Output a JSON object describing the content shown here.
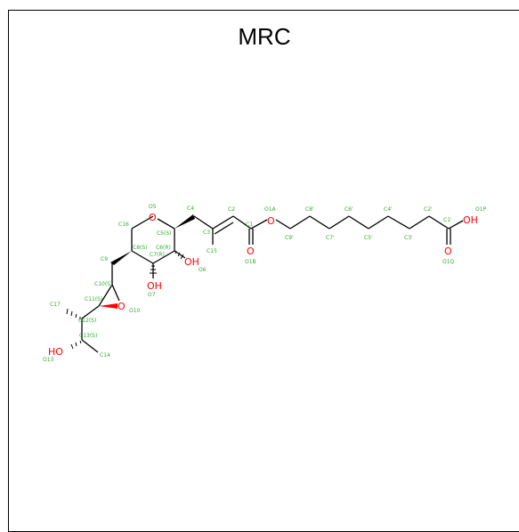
{
  "title": "MRC",
  "colors": {
    "bond": "#000000",
    "label": "#33aa33",
    "oxygen": "#ff0000"
  },
  "molecule": {
    "hetero_labels": [
      {
        "id": "O5",
        "text": "O"
      },
      {
        "id": "O1A",
        "text": "O"
      },
      {
        "id": "O1B",
        "text": "O"
      },
      {
        "id": "O1Q",
        "text": "O"
      },
      {
        "id": "O1P",
        "text": "OH"
      },
      {
        "id": "O6",
        "text": "OH"
      },
      {
        "id": "O7",
        "text": "OH"
      },
      {
        "id": "O10",
        "text": "O"
      },
      {
        "id": "O13",
        "text": "HO"
      }
    ],
    "atom_labels": [
      {
        "id": "O5",
        "text": "O5"
      },
      {
        "id": "C16",
        "text": "C16"
      },
      {
        "id": "C4",
        "text": "C4"
      },
      {
        "id": "C5",
        "text": "C5(S)"
      },
      {
        "id": "C8",
        "text": "C8(S)"
      },
      {
        "id": "C6",
        "text": "C6(R)"
      },
      {
        "id": "C7",
        "text": "C7(R)"
      },
      {
        "id": "C2",
        "text": "C2"
      },
      {
        "id": "C3",
        "text": "C3"
      },
      {
        "id": "C1",
        "text": "C1"
      },
      {
        "id": "C15",
        "text": "C15"
      },
      {
        "id": "O1A",
        "text": "O1A"
      },
      {
        "id": "O1B",
        "text": "O1B"
      },
      {
        "id": "C9p",
        "text": "C9'"
      },
      {
        "id": "C8p",
        "text": "C8'"
      },
      {
        "id": "C7p",
        "text": "C7'"
      },
      {
        "id": "C6p",
        "text": "C6'"
      },
      {
        "id": "C5p",
        "text": "C5'"
      },
      {
        "id": "C4p",
        "text": "C4'"
      },
      {
        "id": "C3p",
        "text": "C3'"
      },
      {
        "id": "C2p",
        "text": "C2'"
      },
      {
        "id": "C1p",
        "text": "C1'"
      },
      {
        "id": "O1P",
        "text": "O1P"
      },
      {
        "id": "O1Q",
        "text": "O1Q"
      },
      {
        "id": "O6",
        "text": "O6"
      },
      {
        "id": "O7",
        "text": "O7"
      },
      {
        "id": "C9",
        "text": "C9"
      },
      {
        "id": "C10",
        "text": "C10(S)"
      },
      {
        "id": "C11",
        "text": "C11(S)"
      },
      {
        "id": "O10",
        "text": "O10"
      },
      {
        "id": "C17",
        "text": "C17"
      },
      {
        "id": "C12",
        "text": "C12(S)"
      },
      {
        "id": "C13",
        "text": "C13(S)"
      },
      {
        "id": "O13",
        "text": "O13"
      },
      {
        "id": "C14",
        "text": "C14"
      }
    ]
  }
}
